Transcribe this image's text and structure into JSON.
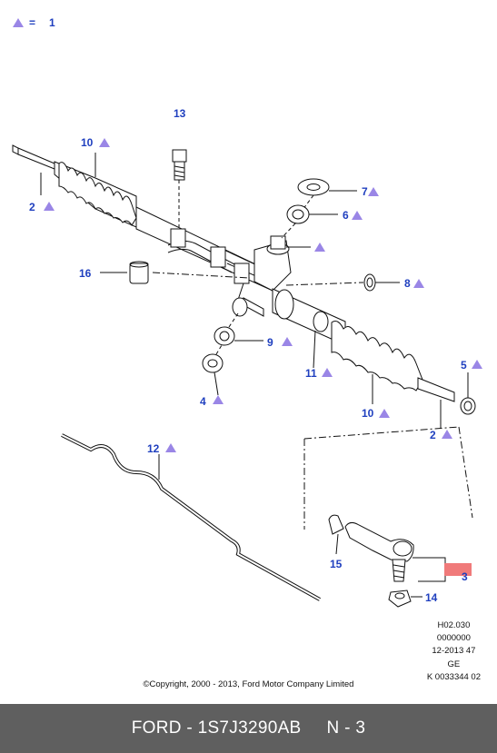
{
  "legend": {
    "equals": "=",
    "value": "1"
  },
  "callouts": [
    "13",
    "10",
    "2",
    "7",
    "6",
    "16",
    "8",
    "9",
    "11",
    "4",
    "5",
    "10",
    "2",
    "12",
    "15",
    "3",
    "14"
  ],
  "ref_code": [
    "H02.030",
    "0000000",
    "12-2013 47",
    "GE",
    "K 0033344 02"
  ],
  "copyright": "©Copyright, 2000 - 2013, Ford Motor Company Limited",
  "footer": {
    "left": "FORD - 1S7J3290AB",
    "right": "N - 3"
  },
  "colors": {
    "callout": "#1f3fbf",
    "triangle": "#9a86e6",
    "highlight": "#f07a7a",
    "footer_bg": "#5f5f5f"
  }
}
